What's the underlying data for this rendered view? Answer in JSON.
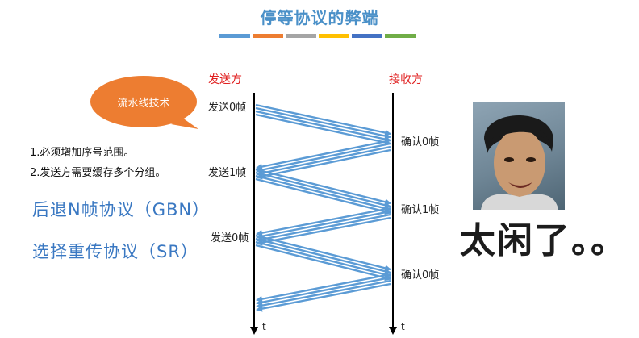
{
  "title": "停等协议的弊端",
  "colorbar": [
    "#5b9bd5",
    "#ed7d31",
    "#a5a5a5",
    "#ffc000",
    "#4472c4",
    "#70ad47"
  ],
  "sender_label": "发送方",
  "receiver_label": "接收方",
  "time_label_left": "t",
  "time_label_right": "t",
  "bubble": "流水线技术",
  "notes": [
    "1.必须增加序号范围。",
    "2.发送方需要缓存多个分组。"
  ],
  "protocols": [
    "后退N帧协议（GBN）",
    "选择重传协议（SR）"
  ],
  "send_frames": [
    "发送0帧",
    "发送1帧",
    "发送0帧"
  ],
  "ack_frames": [
    "确认0帧",
    "确认1帧",
    "确认0帧"
  ],
  "caption": "太闲了。。",
  "colors": {
    "title": "#4a90c8",
    "arrow": "#5b9bd5",
    "bubble": "#ed7d31",
    "side_label": "#e02020"
  }
}
